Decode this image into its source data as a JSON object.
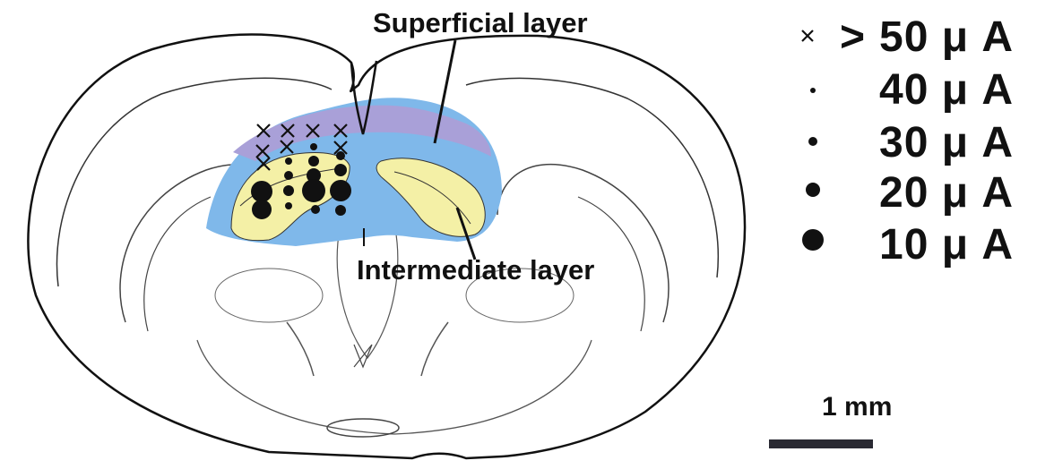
{
  "labels": {
    "superficial": "Superficial layer",
    "intermediate": "Intermediate layer"
  },
  "legend": [
    {
      "symbol": "cross",
      "prefix": ">",
      "text": "50 μ A"
    },
    {
      "symbol": "dot-xs",
      "prefix": "",
      "text": "40 μ A"
    },
    {
      "symbol": "dot-s",
      "prefix": "",
      "text": "30 μ A"
    },
    {
      "symbol": "dot-m",
      "prefix": "",
      "text": "20 μ A"
    },
    {
      "symbol": "dot-l",
      "prefix": "",
      "text": "10 μ A"
    }
  ],
  "scale_bar": {
    "label": "1 mm"
  },
  "colors": {
    "superficial_layer": "#a9a0d8",
    "intermediate_layer": "#f4f0a6",
    "colliculus_blue": "#7fb8ea",
    "outline": "#111111"
  }
}
